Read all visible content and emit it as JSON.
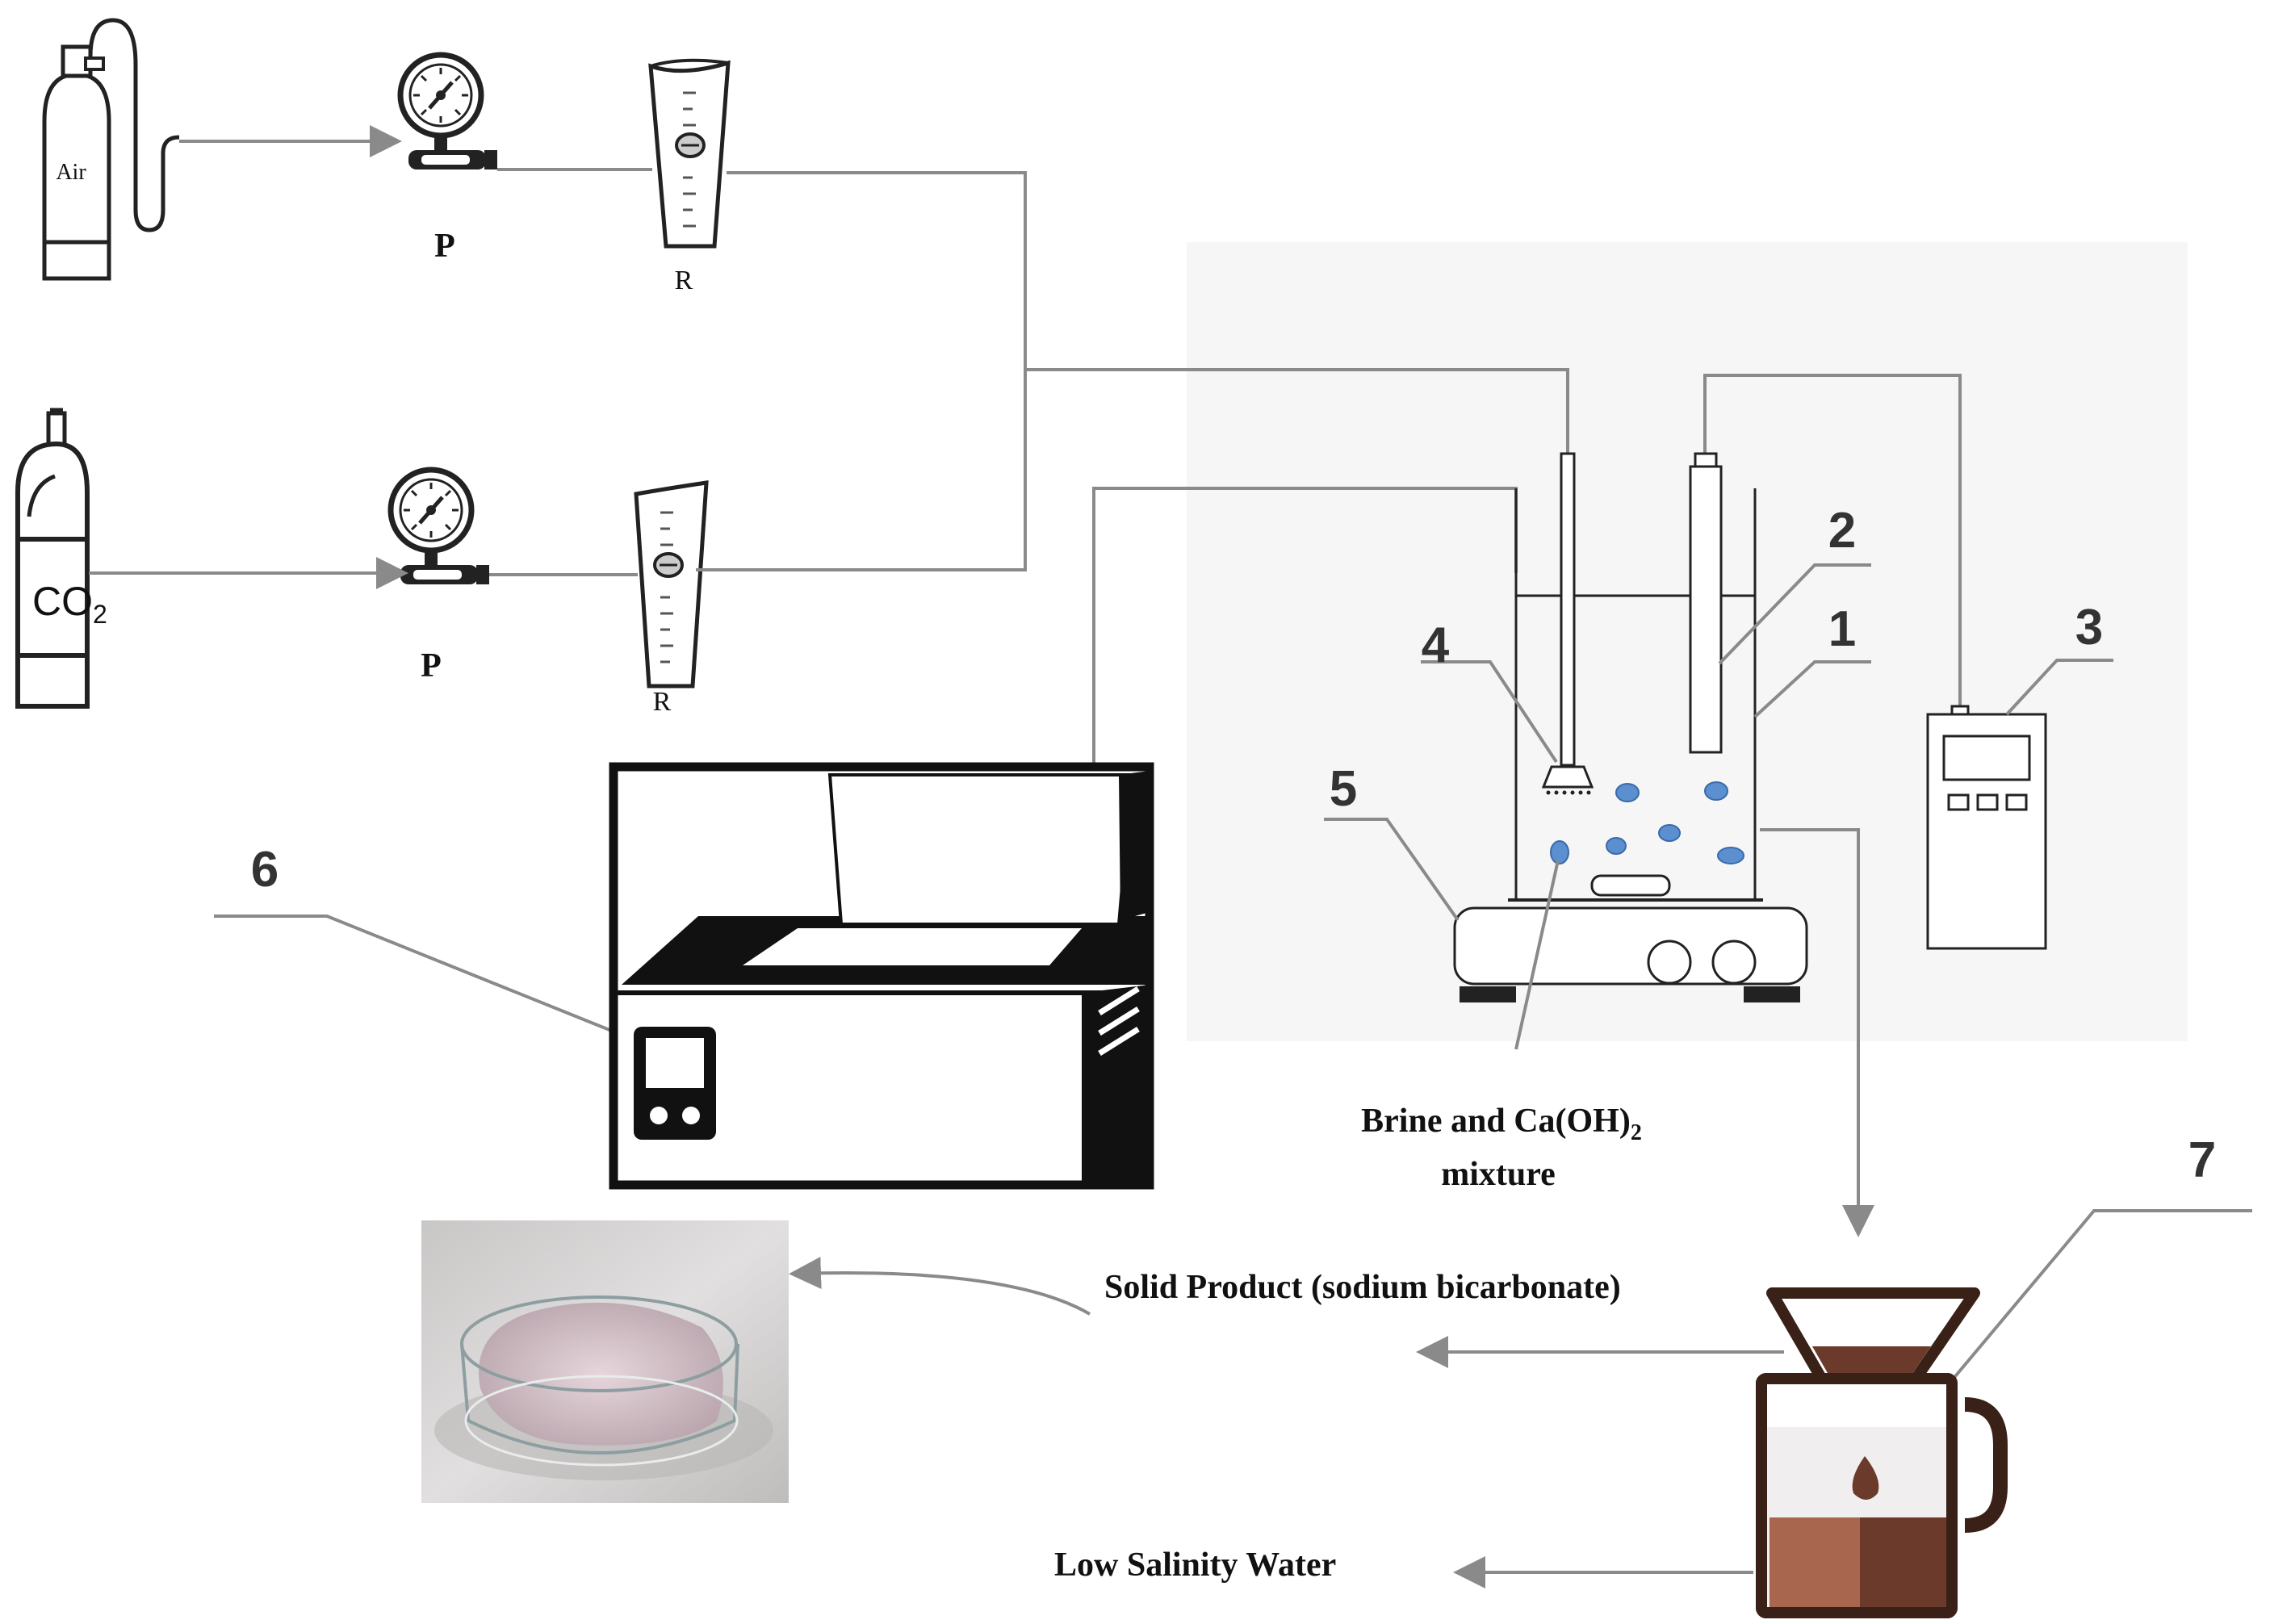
{
  "cylinders": {
    "air_label": "Air",
    "co2_label": "CO",
    "co2_sub": "2"
  },
  "regulators": {
    "top_label": "P",
    "bottom_label": "P"
  },
  "rotameters": {
    "top_label": "R",
    "bottom_label": "R"
  },
  "numbers": {
    "n1": "1",
    "n2": "2",
    "n3": "3",
    "n4": "4",
    "n5": "5",
    "n6": "6",
    "n7": "7"
  },
  "mixture": {
    "line1_pre": "Brine and Ca(OH)",
    "line1_sub": "2",
    "line2": "mixture"
  },
  "outputs": {
    "solid_label": "Solid Product (sodium bicarbonate)",
    "water_label": "Low Salinity Water"
  },
  "colors": {
    "bubble": "#5b8fd0",
    "coffee_dark": "#6b3a2a",
    "coffee_light": "#a8664f",
    "line": "#8a8a8a"
  }
}
